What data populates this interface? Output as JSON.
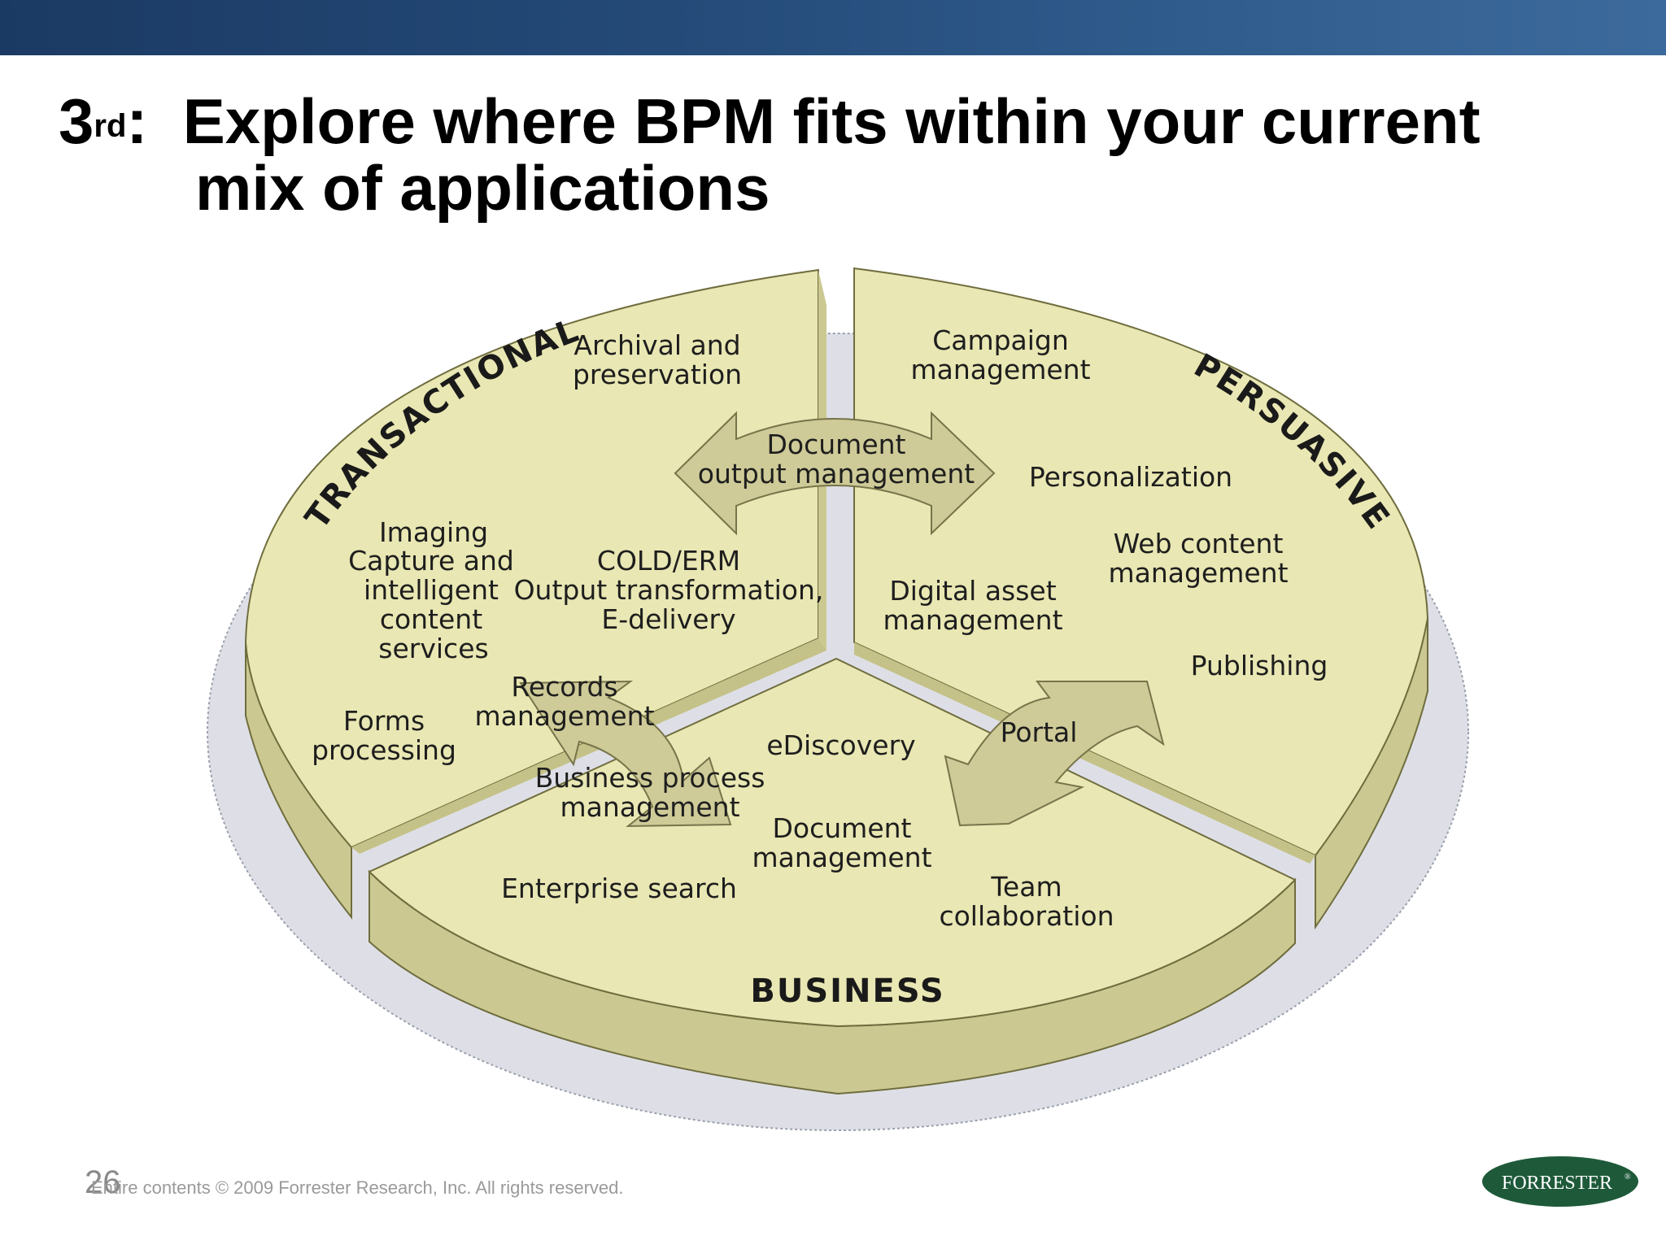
{
  "slide": {
    "title_prefix": "3",
    "title_sup": "rd",
    "title_colon": ":",
    "title_line1": "Explore where BPM fits within your current",
    "title_line2": "mix of applications",
    "slide_number": "26",
    "copyright": "Entire contents © 2009  Forrester Research, Inc. All rights reserved.",
    "logo_text": "FORRESTER",
    "logo_mark": "®"
  },
  "diagram": {
    "segments": {
      "transactional": "TRANSACTIONAL",
      "persuasive": "PERSUASIVE",
      "business": "BUSINESS"
    },
    "labels": {
      "archival1": "Archival and",
      "archival2": "preservation",
      "campaign1": "Campaign",
      "campaign2": "management",
      "docout1": "Document",
      "docout2": "output management",
      "personalization": "Personalization",
      "imaging1": "Imaging",
      "imaging2": "Capture and",
      "imaging3": "intelligent",
      "imaging4": "content",
      "imaging5": "services",
      "cold1": "COLD/ERM",
      "cold2": "Output transformation,",
      "cold3": "E-delivery",
      "dam1": "Digital asset",
      "dam2": "management",
      "wcm1": "Web content",
      "wcm2": "management",
      "publishing": "Publishing",
      "records1": "Records",
      "records2": "management",
      "forms1": "Forms",
      "forms2": "processing",
      "ediscovery": "eDiscovery",
      "portal": "Portal",
      "bpm1": "Business process",
      "bpm2": "management",
      "docmgmt1": "Document",
      "docmgmt2": "management",
      "search": "Enterprise search",
      "team1": "Team",
      "team2": "collaboration"
    }
  },
  "colors": {
    "face": "#e9e7b3",
    "side": "#cbc991",
    "arrow": "#cfcb98",
    "banner": "#1b3a63",
    "logo": "#1e5a3a"
  }
}
